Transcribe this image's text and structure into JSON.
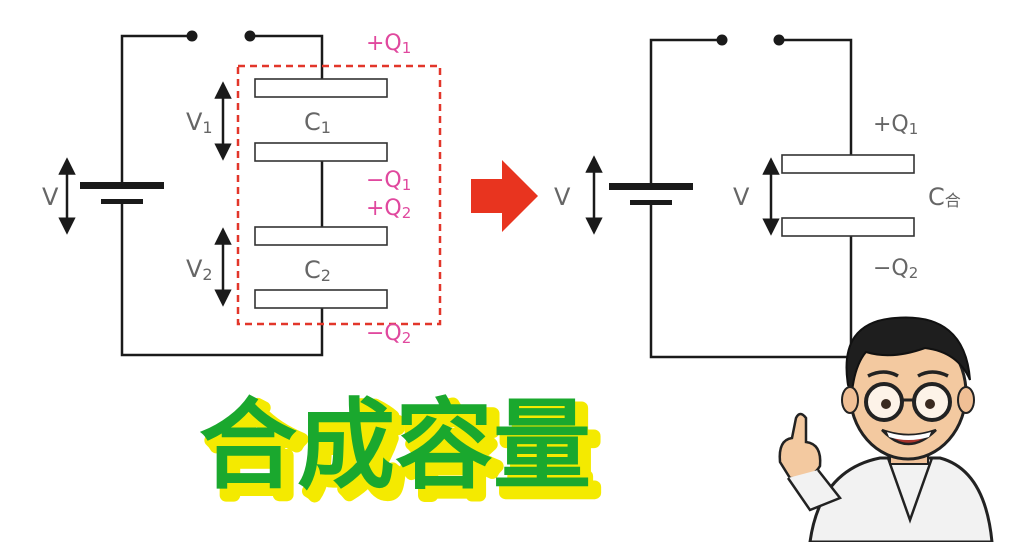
{
  "left_circuit": {
    "battery_voltage": "V",
    "capacitor_1": {
      "label": "C",
      "sub": "1",
      "voltage": "V",
      "voltage_sub": "1",
      "charge_top": "+Q",
      "charge_top_sub": "1",
      "charge_bottom": "−Q",
      "charge_bottom_sub": "1"
    },
    "capacitor_2": {
      "label": "C",
      "sub": "2",
      "voltage": "V",
      "voltage_sub": "2",
      "charge_top": "+Q",
      "charge_top_sub": "2",
      "charge_bottom": "−Q",
      "charge_bottom_sub": "2"
    }
  },
  "right_circuit": {
    "battery_voltage": "V",
    "capacitor": {
      "label": "C",
      "sub": "合",
      "voltage": "V",
      "charge_top": "+Q",
      "charge_top_sub": "1",
      "charge_bottom": "−Q",
      "charge_bottom_sub": "2"
    }
  },
  "title": "合成容量",
  "colors": {
    "wire": "#1a1a1a",
    "plate_stroke": "#333333",
    "label_gray": "#666666",
    "charge_magenta": "#e0489e",
    "dashed_box": "#e2362a",
    "arrow_red": "#e8341f",
    "title_green": "#1aa82e",
    "title_shadow": "#f4ea00"
  }
}
